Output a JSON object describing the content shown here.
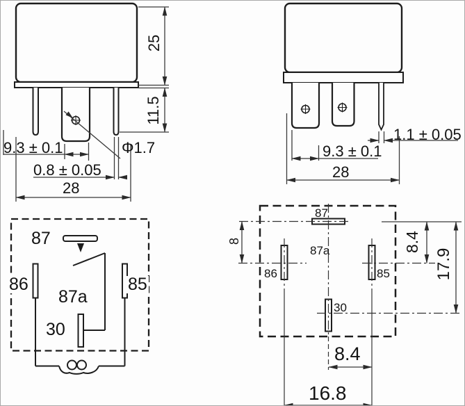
{
  "front_view": {
    "height": "25",
    "pin_length": "11.5",
    "pin_offset": "9.3 ± 0.1",
    "hole_diameter": "Φ1.7",
    "pin_thickness": "0.8 ± 0.05",
    "overall_width": "28"
  },
  "side_view": {
    "thin_pin_thickness": "1.1 ± 0.05",
    "pin_offset": "9.3 ± 0.1",
    "overall_width": "28"
  },
  "circuit": {
    "pin87": "87",
    "pin86": "86",
    "pin85": "85",
    "pin87a": "87a",
    "pin30": "30"
  },
  "bottom_view": {
    "pin87": "87",
    "pin87a": "87a",
    "pin86": "86",
    "pin85": "85",
    "pin30": "30",
    "offset_87": "8",
    "offset_row": "8.4",
    "depth_total": "17.9",
    "pitch_30_85": "8.4",
    "pitch_86_85": "16.8"
  }
}
